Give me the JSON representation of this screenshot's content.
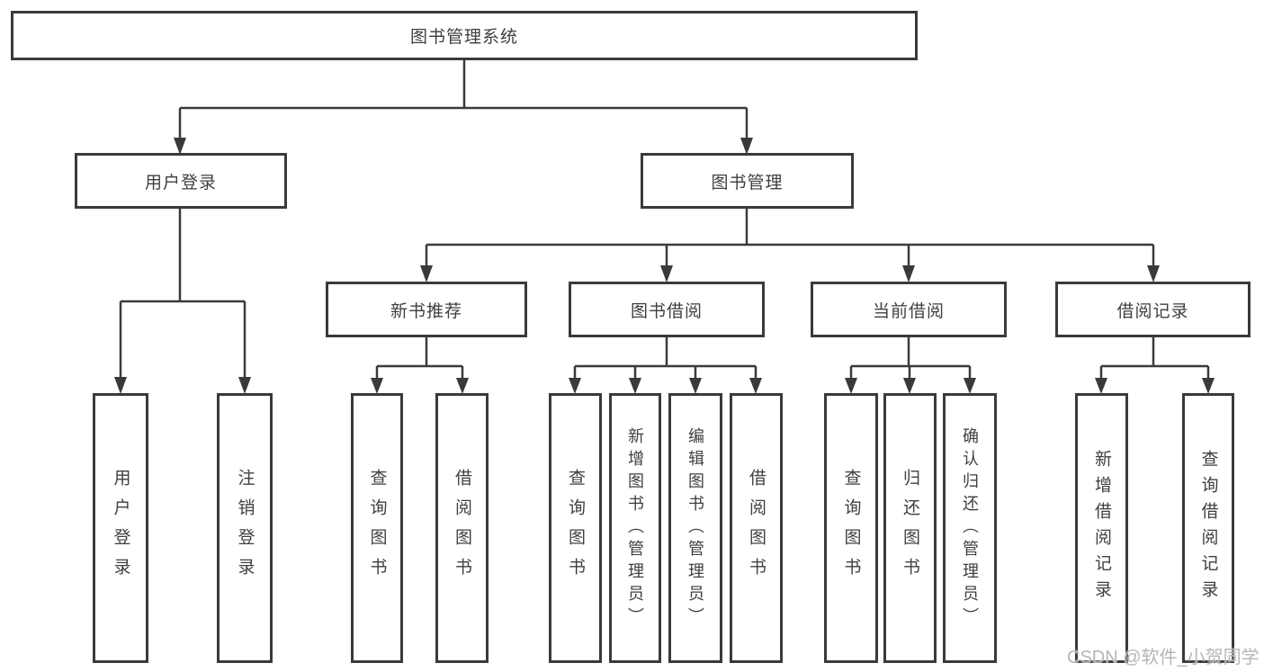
{
  "nodes": {
    "root": "图书管理系统",
    "level2": [
      "用户登录",
      "图书管理"
    ],
    "level3": [
      "新书推荐",
      "图书借阅",
      "当前借阅",
      "借阅记录"
    ],
    "leaves": [
      "用户登录",
      "注销登录",
      "查询图书",
      "借阅图书",
      "查询图书",
      "新增图书（管理员）",
      "编辑图书（管理员）",
      "借阅图书",
      "查询图书",
      "归还图书",
      "确认归还（管理员）",
      "新增借阅记录",
      "查询借阅记录"
    ]
  },
  "structure": {
    "图书管理系统": [
      "用户登录",
      "图书管理"
    ],
    "用户登录": [
      "用户登录",
      "注销登录"
    ],
    "图书管理": [
      "新书推荐",
      "图书借阅",
      "当前借阅",
      "借阅记录"
    ],
    "新书推荐": [
      "查询图书",
      "借阅图书"
    ],
    "图书借阅": [
      "查询图书",
      "新增图书（管理员）",
      "编辑图书（管理员）",
      "借阅图书"
    ],
    "当前借阅": [
      "查询图书",
      "归还图书",
      "确认归还（管理员）"
    ],
    "借阅记录": [
      "新增借阅记录",
      "查询借阅记录"
    ]
  },
  "watermark": "CSDN @软件_小贺同学",
  "colors": {
    "line": "#3a3a3a",
    "text": "#3f3f3f",
    "watermark": "#b3b6ba",
    "background": "#ffffff"
  }
}
